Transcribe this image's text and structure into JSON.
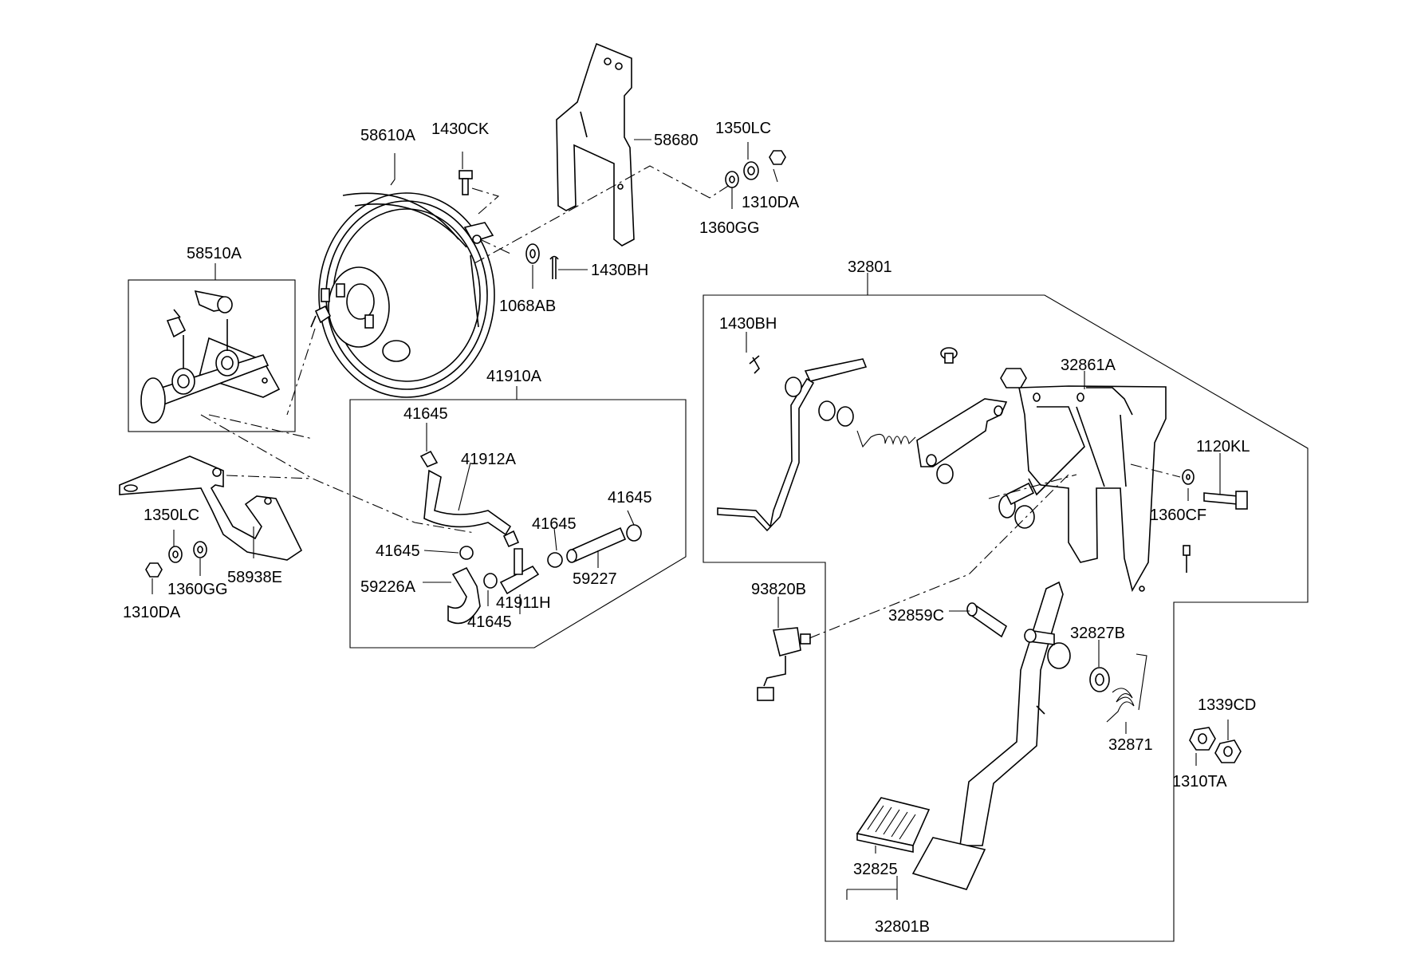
{
  "labels": {
    "booster": "58610A",
    "bolt_top": "1430CK",
    "bracket": "58680",
    "washer_top": "1350LC",
    "nut_top": "1310DA",
    "lockwasher_top": "1360GG",
    "washer_pin": "1068AB",
    "clip_pin": "1430BH",
    "master_cyl": "58510A",
    "washer_left": "1350LC",
    "lockwasher_left": "1360GG",
    "nut_left": "1310DA",
    "bracket_left": "58938E",
    "hose_assy": "41910A",
    "clamp_a": "41645",
    "hose_a": "41912A",
    "clamp_b": "41645",
    "clamp_c": "41645",
    "clamp_d": "41645",
    "clamp_e": "41645",
    "hose_b": "59226A",
    "connector": "41911H",
    "hose_c": "59227",
    "pedal_assy": "32801",
    "clip_pedal": "1430BH",
    "member": "32861A",
    "bolt_right": "1120KL",
    "washer_right": "1360CF",
    "switch": "93820B",
    "sleeve": "32859C",
    "bushing": "32827B",
    "spring": "32871",
    "nut_a": "1339CD",
    "nut_b": "1310TA",
    "pad": "32825",
    "pedal": "32801B"
  }
}
